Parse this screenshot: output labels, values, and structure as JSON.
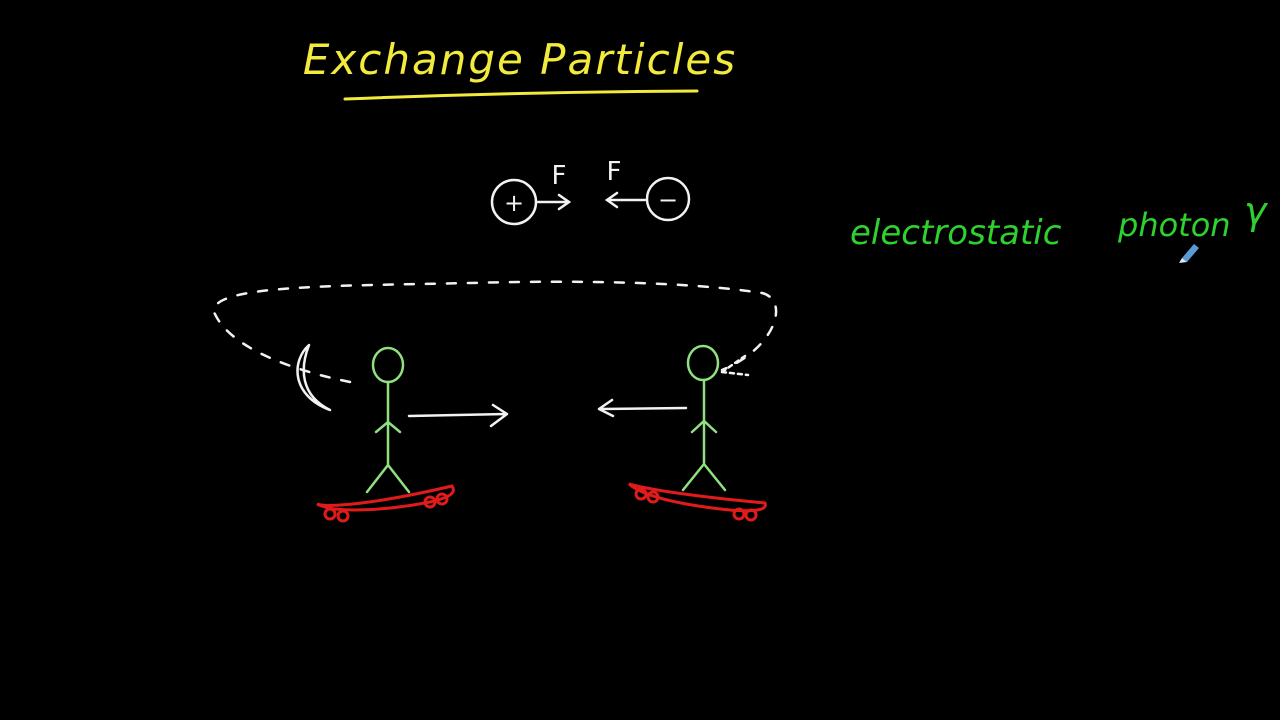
{
  "title": "Exchange Particles",
  "charges": {
    "positive_symbol": "+",
    "negative_symbol": "−",
    "force_left_label": "F",
    "force_right_label": "F"
  },
  "notes": {
    "interaction": "electrostatic",
    "particle": "photon",
    "symbol": "γ"
  },
  "colors": {
    "background": "#000000",
    "title": "#f2ea3c",
    "chalk": "#f2f2f2",
    "figure": "#8fe07f",
    "skateboard": "#e11b1b",
    "notes": "#2fd12f",
    "pen": "#5b9bd5"
  }
}
